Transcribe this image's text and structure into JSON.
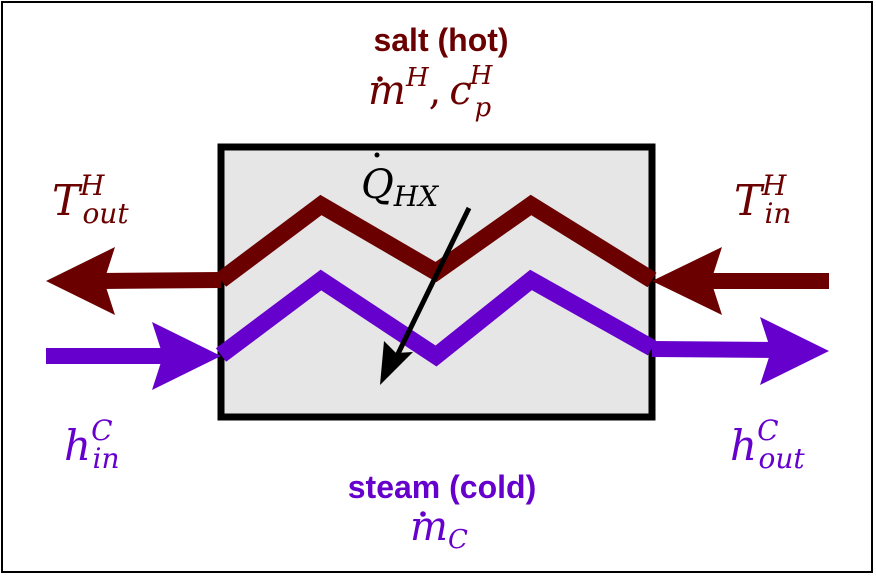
{
  "colors": {
    "hot": "#6b0000",
    "cold": "#6600cc",
    "box_fill": "#e6e6e6",
    "ink": "#000000"
  },
  "hot_stream": {
    "title": "salt (hot)",
    "mdot_symbol": "m",
    "mdot_sup": "H",
    "separator": ",",
    "cp_symbol": "c",
    "cp_sub": "p",
    "cp_sup": "H",
    "T_out_symbol": "T",
    "T_out_sup": "H",
    "T_out_sub": "out",
    "T_in_symbol": "T",
    "T_in_sup": "H",
    "T_in_sub": "in"
  },
  "cold_stream": {
    "title": "steam (cold)",
    "mdot_symbol": "m",
    "mdot_sub": "C",
    "h_in_symbol": "h",
    "h_in_sup": "C",
    "h_in_sub": "in",
    "h_out_symbol": "h",
    "h_out_sup": "C",
    "h_out_sub": "out"
  },
  "heat_transfer": {
    "symbol": "Q",
    "sub": "HX"
  },
  "icons": [
    "left-arrow-icon",
    "right-arrow-icon",
    "diagonal-arrow-icon"
  ]
}
